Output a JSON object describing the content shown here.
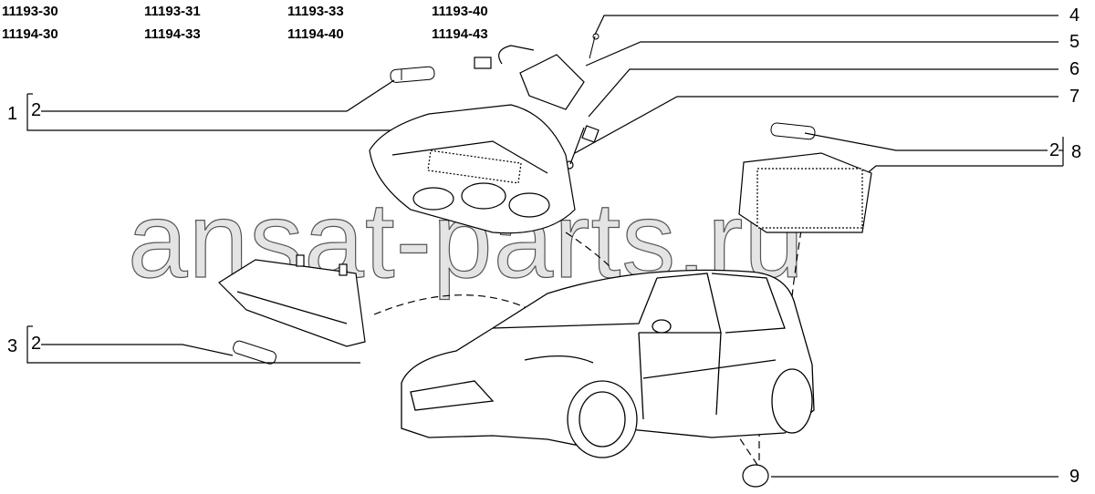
{
  "model_codes": {
    "row1": [
      "11193-30",
      "11193-31",
      "11193-33",
      "11193-40"
    ],
    "row2": [
      "11194-30",
      "11194-33",
      "11194-40",
      "11194-43"
    ]
  },
  "callouts": {
    "c1": "1",
    "c2_top": "2",
    "c3": "3",
    "c2_left_bottom": "2",
    "c4": "4",
    "c5": "5",
    "c6": "6",
    "c7": "7",
    "c2_right": "2",
    "c8": "8",
    "c9": "9"
  },
  "watermark": "ansat-parts.ru"
}
